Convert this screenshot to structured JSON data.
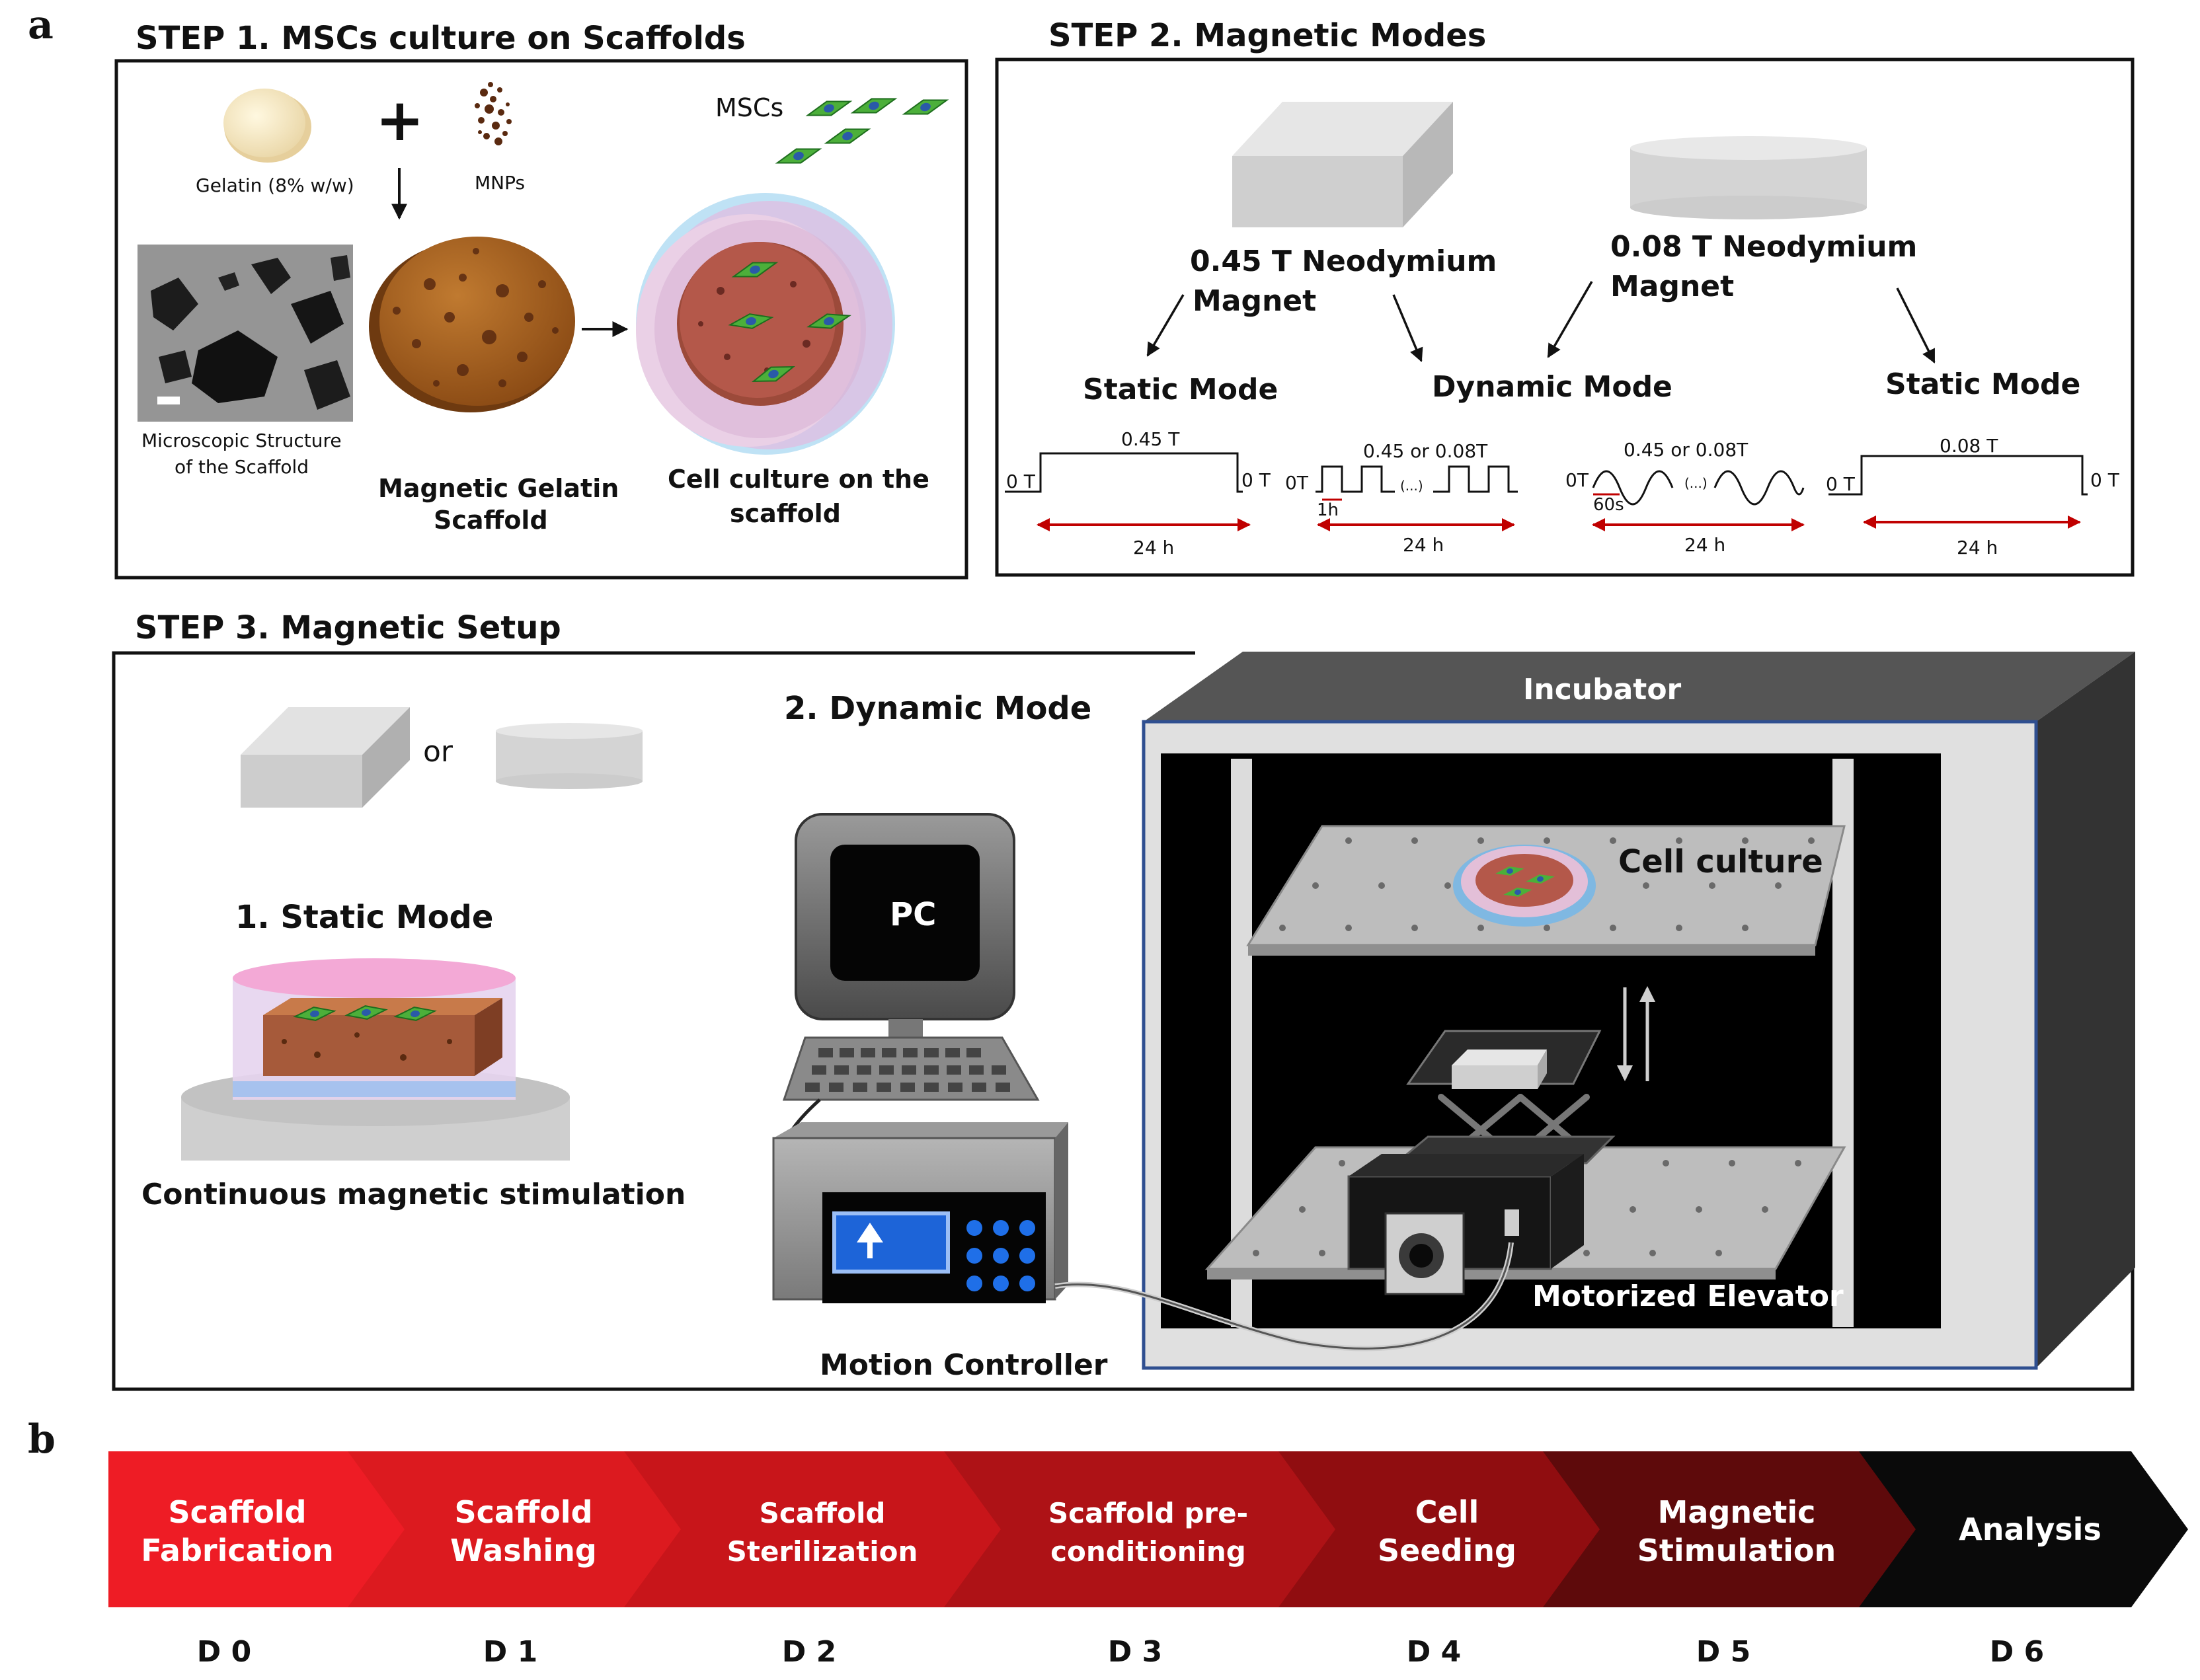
{
  "panels": {
    "a": "a",
    "b": "b"
  },
  "step1": {
    "title": "STEP 1. MSCs culture on Scaffolds",
    "gelatin": "Gelatin (8% w/w)",
    "mnps": "MNPs",
    "mscs": "MSCs",
    "micro_line1": "Microscopic Structure",
    "micro_line2": "of the Scaffold",
    "scaffold_line1": "Magnetic Gelatin",
    "scaffold_line2": "Scaffold",
    "culture_line1": "Cell culture on the",
    "culture_line2": "scaffold"
  },
  "step2": {
    "title": "STEP 2. Magnetic Modes",
    "magnet1_line1": "0.45 T Neodymium",
    "magnet1_line2": "Magnet",
    "magnet2_line1": "0.08 T Neodymium",
    "magnet2_line2": "Magnet",
    "static_mode": "Static Mode",
    "dynamic_mode": "Dynamic Mode",
    "wave_static1_level": "0.45 T",
    "wave_square_level": "0.45 or 0.08T",
    "wave_sine_level": "0.45 or 0.08T",
    "wave_static2_level": "0.08 T",
    "zero": "0 T",
    "zero_short": "0T",
    "period_1h": "1h",
    "period_60s": "60s",
    "ellipsis": "(...)",
    "duration": "24 h"
  },
  "step3": {
    "title": "STEP 3. Magnetic Setup",
    "or": "or",
    "static_mode": "1. Static Mode",
    "continuous": "Continuous magnetic stimulation",
    "dynamic_mode": "2. Dynamic Mode",
    "pc": "PC",
    "motion_controller": "Motion Controller",
    "incubator": "Incubator",
    "cell_culture": "Cell culture",
    "motorized_elevator": "Motorized Elevator"
  },
  "timeline": {
    "steps": [
      {
        "line1": "Scaffold",
        "line2": "Fabrication",
        "day": "D 0",
        "color": "#ee1c25"
      },
      {
        "line1": "Scaffold",
        "line2": "Washing",
        "day": "D 1",
        "color": "#dc1a1f"
      },
      {
        "line1": "Scaffold",
        "line2": "Sterilization",
        "day": "D 2",
        "color": "#c8151a"
      },
      {
        "line1": "Scaffold pre-",
        "line2": "conditioning",
        "day": "D 3",
        "color": "#ae1216"
      },
      {
        "line1": "Cell",
        "line2": "Seeding",
        "day": "D 4",
        "color": "#900d10"
      },
      {
        "line1": "Magnetic",
        "line2": "Stimulation",
        "day": "D 5",
        "color": "#5e0a0b"
      },
      {
        "line1": "Analysis",
        "line2": "",
        "day": "D 6",
        "color": "#0a0a0a"
      }
    ]
  }
}
